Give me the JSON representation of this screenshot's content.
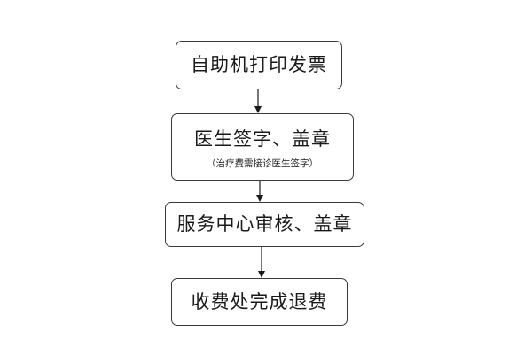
{
  "flowchart": {
    "steps": [
      {
        "label": "自助机打印发票",
        "note": ""
      },
      {
        "label": "医生签字、盖章",
        "note": "（治疗费需接诊医生签字）"
      },
      {
        "label": "服务中心审核、盖章",
        "note": ""
      },
      {
        "label": "收费处完成退费",
        "note": ""
      }
    ],
    "colors": {
      "border": "#3a3a3a",
      "arrow": "#1a1a1a",
      "background": "#ffffff"
    }
  }
}
